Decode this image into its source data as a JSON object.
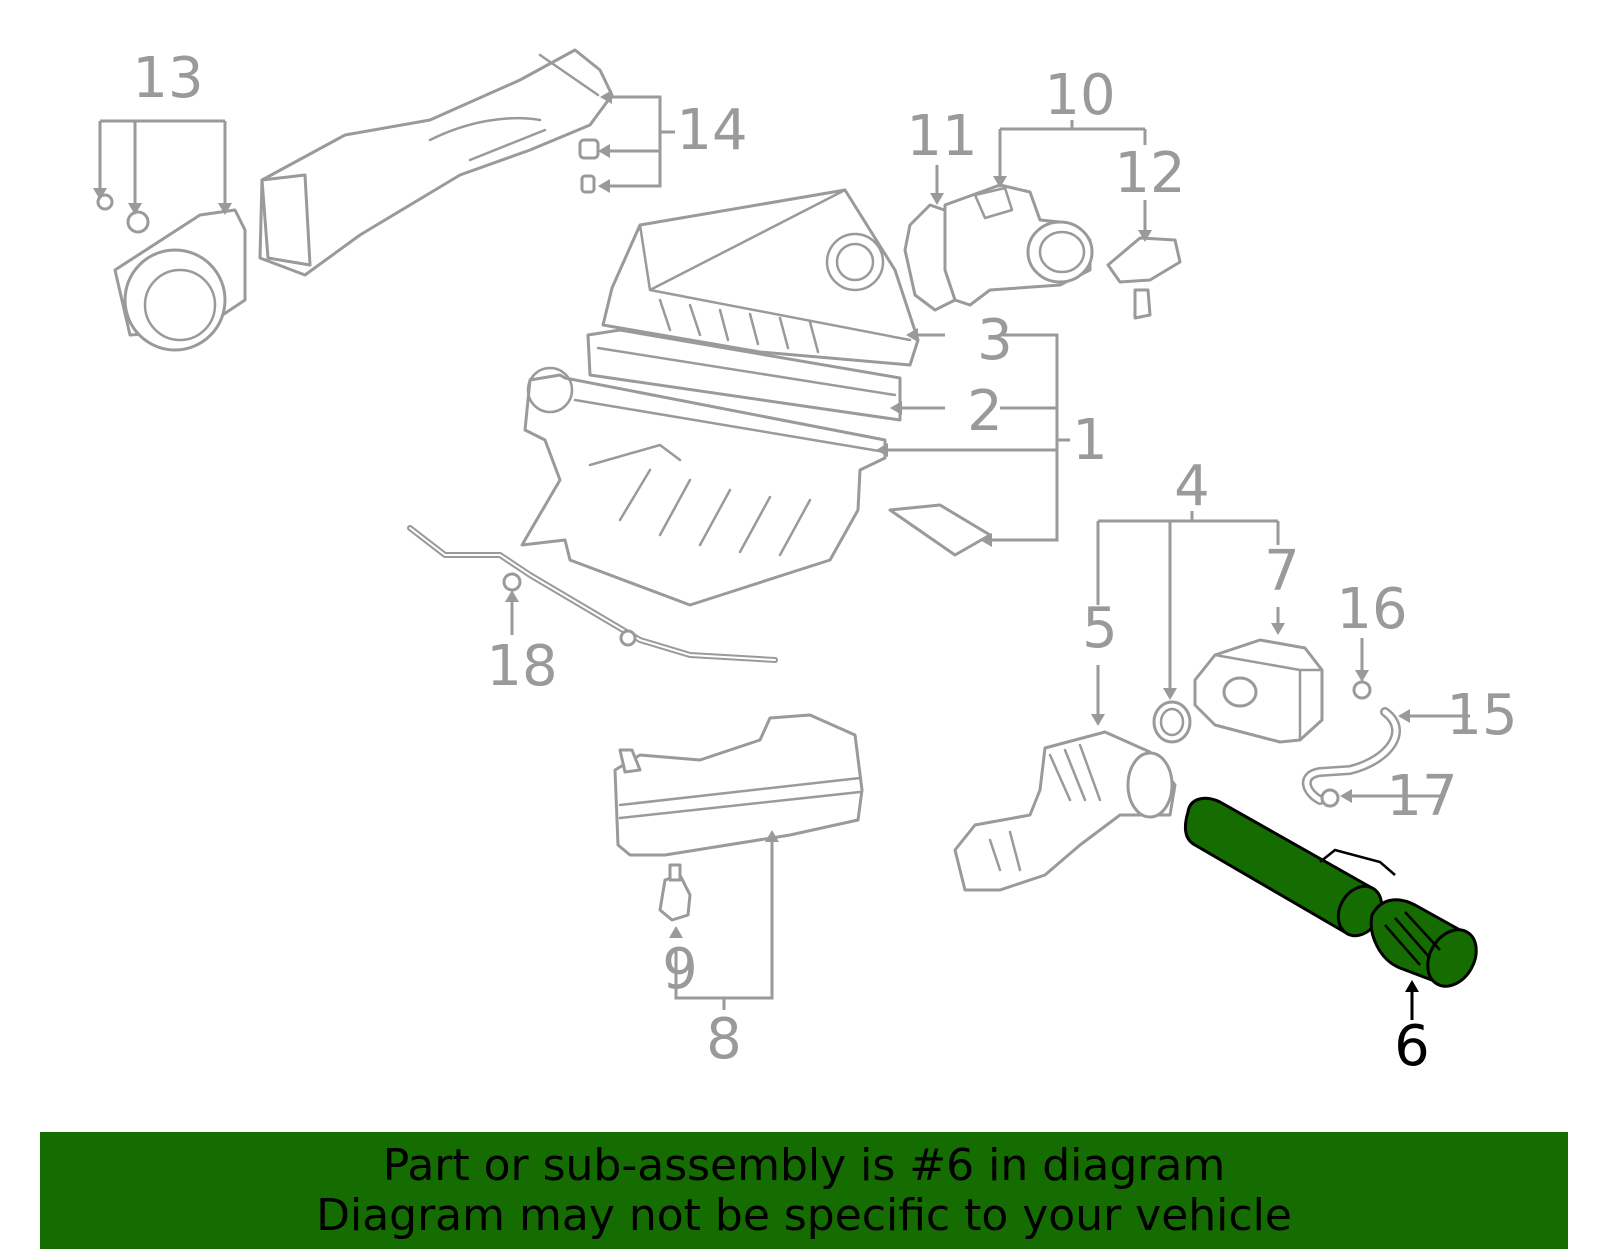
{
  "diagram": {
    "highlighted_part": "6",
    "highlight_color": "#156c00",
    "line_color": "#9a9a9a",
    "callouts": {
      "c1": "1",
      "c2": "2",
      "c3": "3",
      "c4": "4",
      "c5": "5",
      "c6": "6",
      "c7": "7",
      "c8": "8",
      "c9": "9",
      "c10": "10",
      "c11": "11",
      "c12": "12",
      "c13": "13",
      "c14": "14",
      "c15": "15",
      "c16": "16",
      "c17": "17",
      "c18": "18"
    }
  },
  "banner": {
    "line1": "Part or sub-assembly is #6 in diagram",
    "line2": "Diagram may not be specific to your vehicle",
    "color": "#156c00"
  }
}
